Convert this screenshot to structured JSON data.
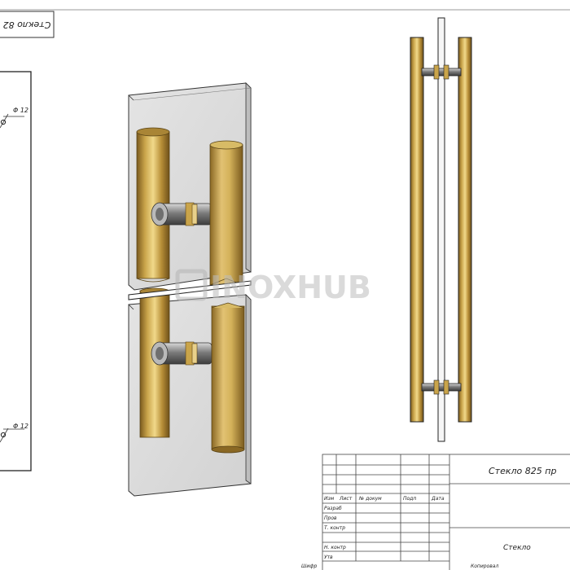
{
  "drawing": {
    "rotated_label": "Стекло 82",
    "dimension_top": "Φ 12",
    "dimension_bottom": "Φ 12",
    "watermark": "INOXHUB"
  },
  "title_block": {
    "title": "Стекло 825 пр",
    "name_cell": "Стекло",
    "columns": [
      "Изм",
      "Лист",
      "№ докум",
      "Подп",
      "Дата"
    ],
    "rows": [
      "Разраб",
      "Пров",
      "Т. контр",
      "Н. контр",
      "Утв"
    ],
    "footer_left": "Шифр",
    "footer_right": "Копировал"
  },
  "colors": {
    "brass": "#c9a44a",
    "glass": "#e8e8e8",
    "frame": "#555555"
  }
}
